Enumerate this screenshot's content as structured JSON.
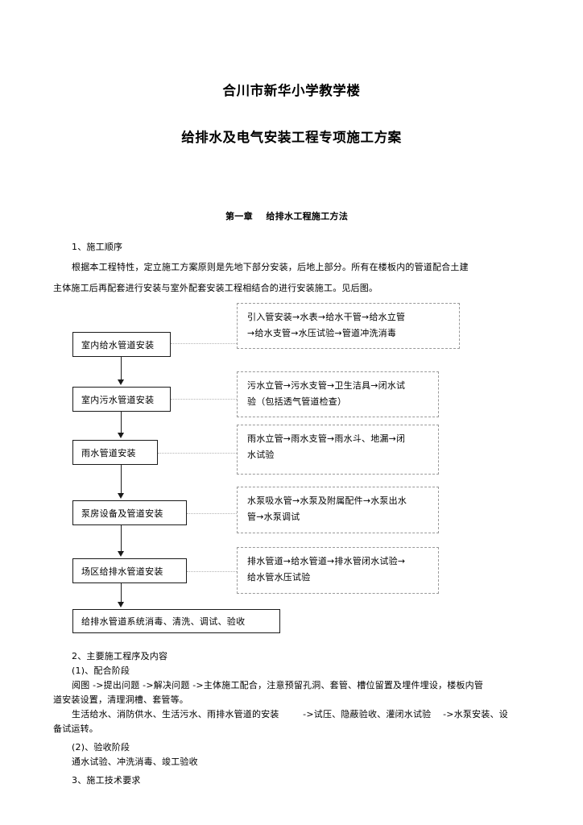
{
  "document": {
    "title_line_1": "合川市新华小学教学楼",
    "title_line_2": "给排水及电气安装工程专项施工方案",
    "chapter_heading": "第一章    给排水工程施工方法"
  },
  "sections": {
    "s1_heading": "1、施工顺序",
    "s1_para_line_1": "根据本工程特性，定立施工方案原则是先地下部分安装，后地上部分。所有在楼板内的管道配合土建",
    "s1_para_line_2": "主体施工后再配套进行安装与室外配套安装工程相结合的进行安装施工。见后图。",
    "s2_heading": "2、主要施工程序及内容",
    "s2_sub1": "(1)、配合阶段",
    "s2_sub1_line_1": "阅图 ->提出问题 ->解决问题 ->主体施工配合，注意预留孔洞、套管、槽位留置及埋件埋设，楼板内管",
    "s2_sub1_line_2": "道安装设置，清理洞槽、套管等。",
    "s2_sub1_line_3": "生活给水、消防供水、生活污水、雨排水管道的安装        ->试压、隐蔽验收、灌闭水试验    ->水泵安装、设",
    "s2_sub1_line_4": "备试运转。",
    "s2_sub2": "(2)、验收阶段",
    "s2_sub2_line_1": "通水试验、冲洗消毒、竣工验收",
    "s3_heading": "3、施工技术要求"
  },
  "flowchart": {
    "steps": [
      {
        "label": "室内给水管道安装"
      },
      {
        "label": "室内污水管道安装"
      },
      {
        "label": "雨水管道安装"
      },
      {
        "label": "泵房设备及管道安装"
      },
      {
        "label": "场区给排水管道安装"
      },
      {
        "label": "给排水管道系统消毒、清洗、调试、验收"
      }
    ],
    "notes": [
      {
        "lines": [
          "引入管安装→水表→给水干管→给水立管",
          "→给水支管→水压试验→管道冲洗消毒"
        ]
      },
      {
        "lines": [
          "污水立管→污水支管→卫生洁具→闭水试",
          "验（包括透气管道检查）"
        ]
      },
      {
        "lines": [
          "雨水立管→雨水支管→雨水斗、地漏→闭",
          "水试验"
        ]
      },
      {
        "lines": [
          "水泵吸水管→水泵及附属配件→水泵出水",
          "管→水泵调试"
        ]
      },
      {
        "lines": [
          "排水管道→给水管道→排水管闭水试验→",
          "给水管水压试验"
        ]
      }
    ]
  },
  "colors": {
    "page_background": "#ffffff",
    "text": "#000000",
    "box_border": "#1a1a1a",
    "note_border": "#9a9a9a",
    "connector_dotted": "#b4b4b4"
  }
}
